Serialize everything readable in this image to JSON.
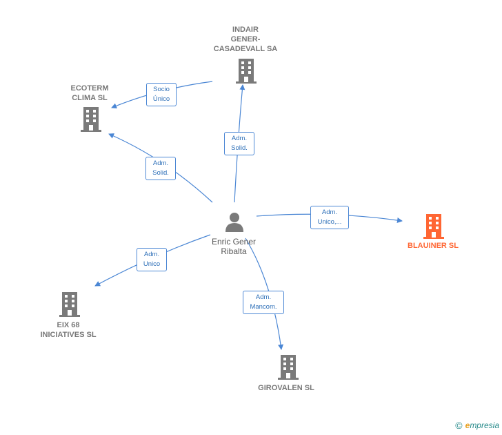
{
  "center": {
    "name": "Enric Gener\nRibalta",
    "icon": "person-icon"
  },
  "companies": [
    {
      "id": "indair",
      "name": "INDAIR\nGENER-\nCASADEVALL SA",
      "icon": "building-icon"
    },
    {
      "id": "ecoterm",
      "name": "ECOTERM\nCLIMA  SL",
      "icon": "building-icon"
    },
    {
      "id": "blauiner",
      "name": "BLAUINER  SL",
      "icon": "building-icon"
    },
    {
      "id": "eix68",
      "name": "EIX 68\nINICIATIVES SL",
      "icon": "building-icon"
    },
    {
      "id": "girovalen",
      "name": "GIROVALEN  SL",
      "icon": "building-icon"
    }
  ],
  "relations": [
    {
      "id": "socio-unico",
      "label": "Socio\nÚnico"
    },
    {
      "id": "adm-solid-indair",
      "label": "Adm.\nSolid."
    },
    {
      "id": "adm-solid-ecoterm",
      "label": "Adm.\nSolid."
    },
    {
      "id": "adm-unico-blauiner",
      "label": "Adm.\nUnico,..."
    },
    {
      "id": "adm-unico-eix",
      "label": "Adm.\nUnico"
    },
    {
      "id": "adm-mancom",
      "label": "Adm.\nMancom."
    }
  ],
  "colors": {
    "edge": "#4a86d4",
    "building": "#7a7a7a",
    "accent": "#ff6633"
  },
  "footer": {
    "copyright": "©",
    "brand_initial": "e",
    "brand_rest": "mpresia"
  }
}
